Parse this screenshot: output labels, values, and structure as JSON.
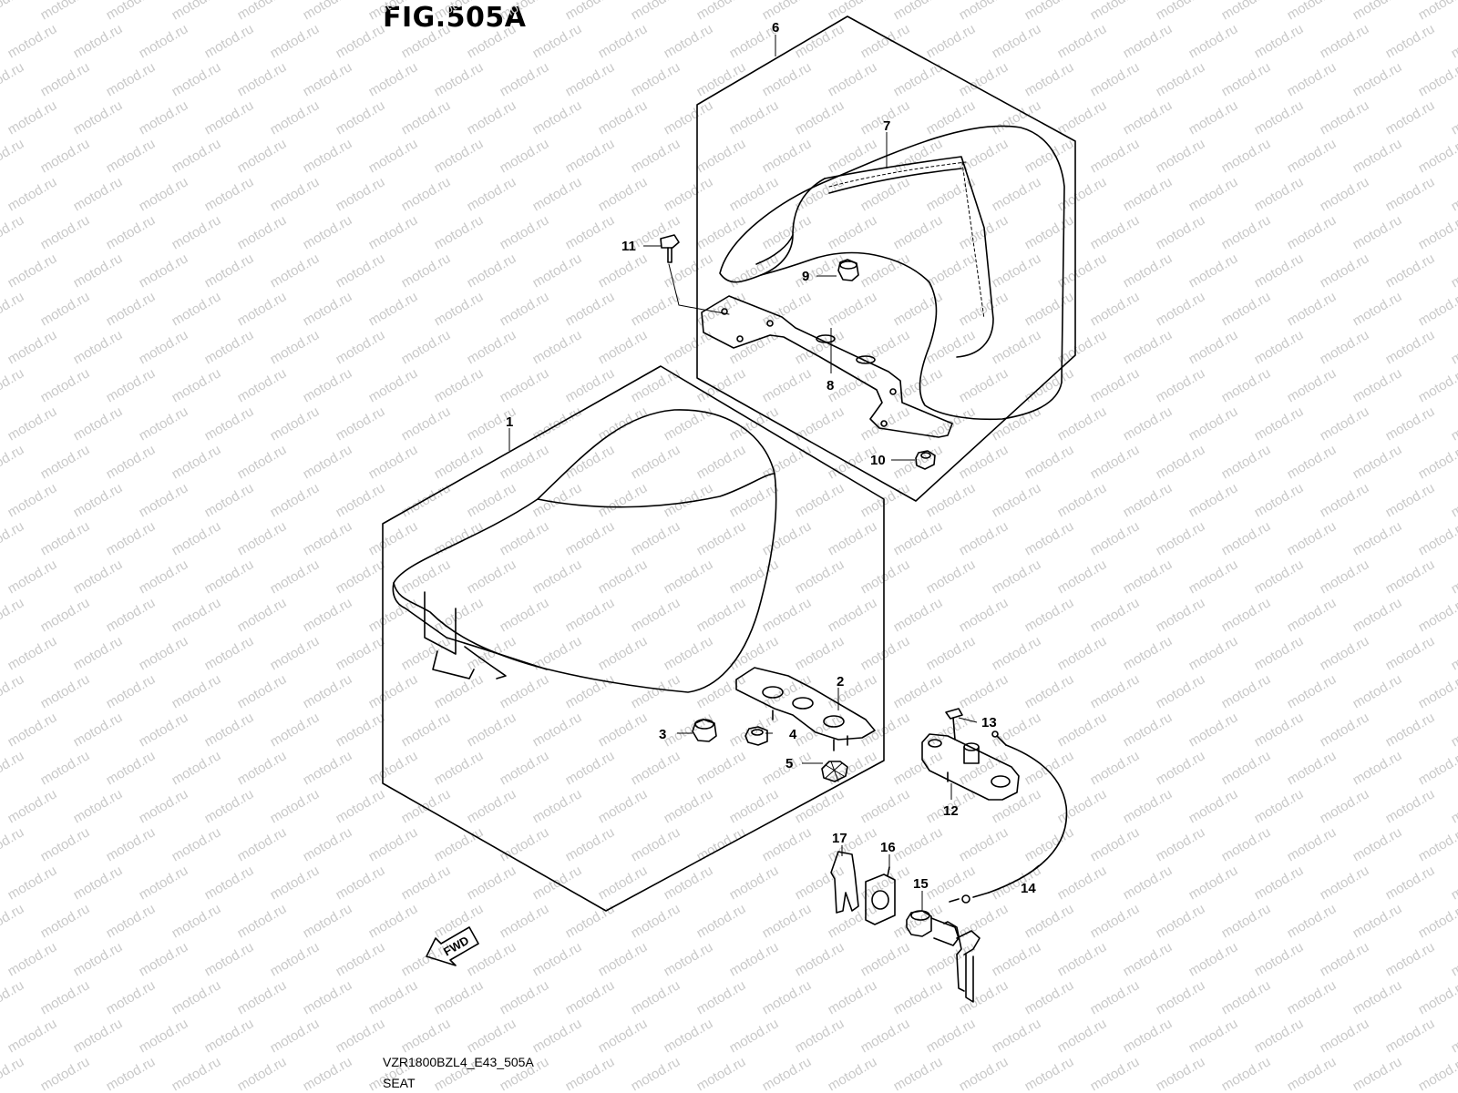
{
  "figure": {
    "title": "FIG.505A",
    "code": "VZR1800BZL4_E43_505A",
    "name": "SEAT"
  },
  "watermark": {
    "text": "motod.ru",
    "color": "#c9c9c9"
  },
  "fwd_arrow": {
    "label": "FWD"
  },
  "callouts": [
    {
      "id": "1",
      "label": "1",
      "part": "seat"
    },
    {
      "id": "2",
      "label": "2",
      "part": "seat-bracket"
    },
    {
      "id": "3",
      "label": "3",
      "part": "cushion"
    },
    {
      "id": "4",
      "label": "4",
      "part": "nut"
    },
    {
      "id": "5",
      "label": "5",
      "part": "clip-nut"
    },
    {
      "id": "6",
      "label": "6",
      "part": "pillion-seat-assembly"
    },
    {
      "id": "7",
      "label": "7",
      "part": "pillion-seat"
    },
    {
      "id": "8",
      "label": "8",
      "part": "pillion-bracket"
    },
    {
      "id": "9",
      "label": "9",
      "part": "cushion"
    },
    {
      "id": "10",
      "label": "10",
      "part": "nut"
    },
    {
      "id": "11",
      "label": "11",
      "part": "bolt"
    },
    {
      "id": "12",
      "label": "12",
      "part": "seat-lock-base"
    },
    {
      "id": "13",
      "label": "13",
      "part": "screw"
    },
    {
      "id": "14",
      "label": "14",
      "part": "seat-lock-cable"
    },
    {
      "id": "15",
      "label": "15",
      "part": "seat-lock-cylinder"
    },
    {
      "id": "16",
      "label": "16",
      "part": "lock-plate"
    },
    {
      "id": "17",
      "label": "17",
      "part": "lock-clip"
    }
  ]
}
